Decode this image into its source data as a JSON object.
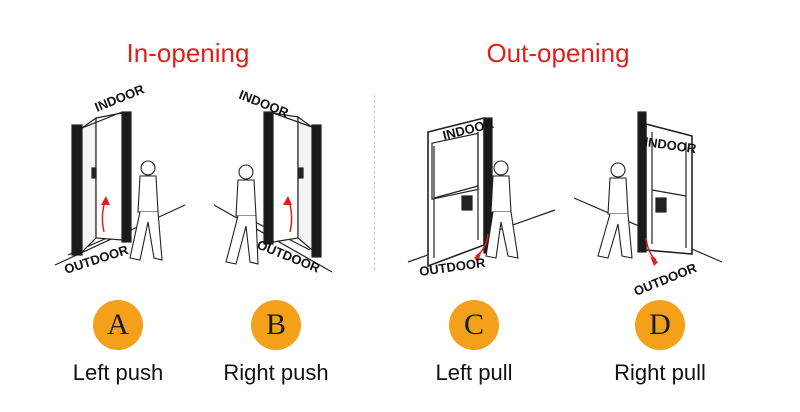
{
  "headings": {
    "in_opening": "In-opening",
    "out_opening": "Out-opening"
  },
  "scene_labels": {
    "indoor": "INDOOR",
    "outdoor": "OUTDOOR"
  },
  "options": [
    {
      "letter": "A",
      "caption": "Left push"
    },
    {
      "letter": "B",
      "caption": "Right push"
    },
    {
      "letter": "C",
      "caption": "Left pull"
    },
    {
      "letter": "D",
      "caption": "Right pull"
    }
  ],
  "colors": {
    "heading": "#e0201c",
    "badge": "#f5a01a",
    "arrow": "#e0201c"
  }
}
